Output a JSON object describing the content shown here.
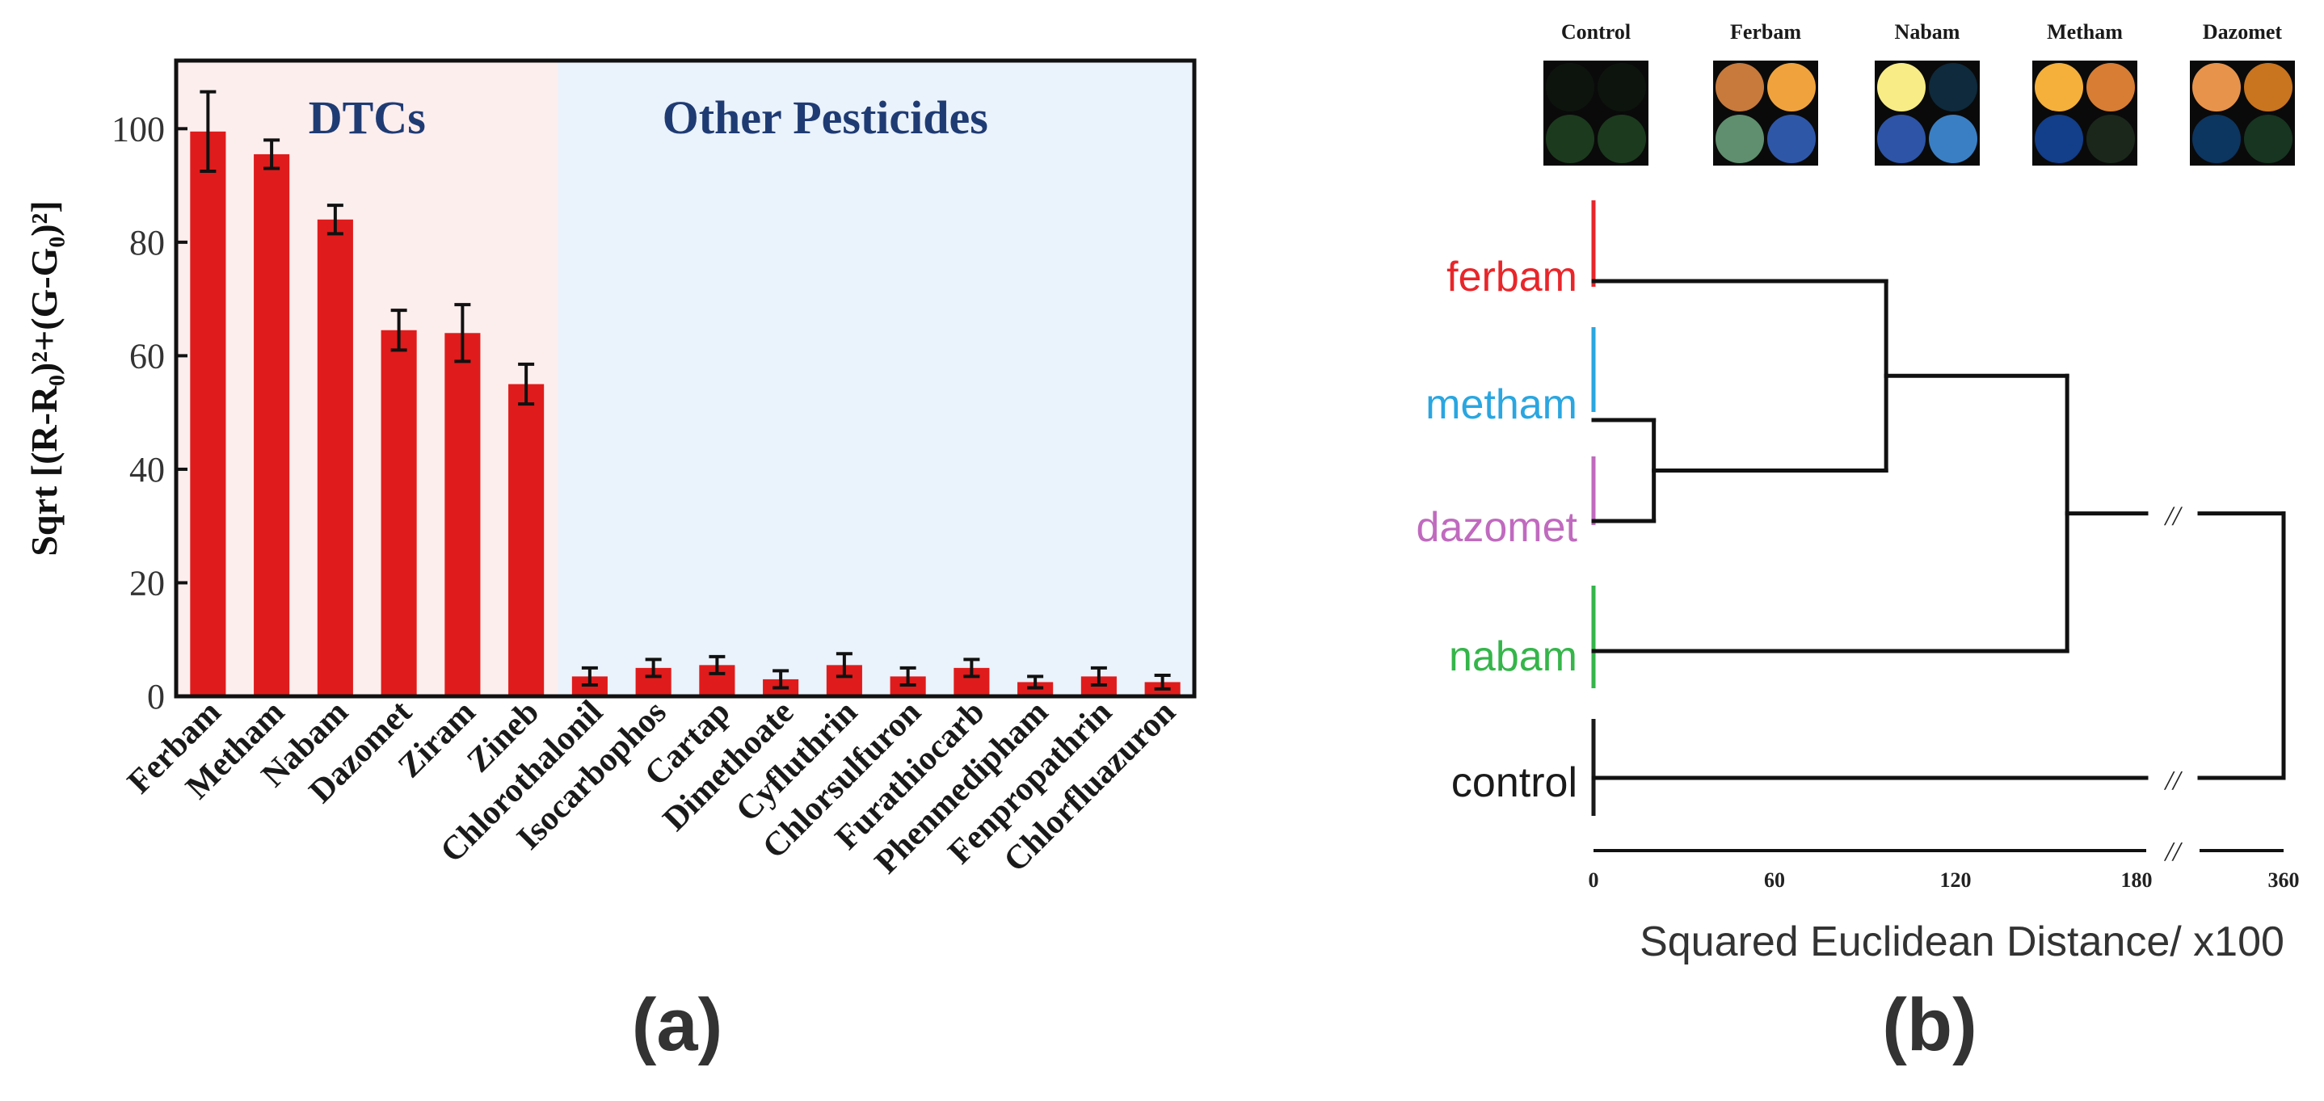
{
  "chart_data": [
    {
      "panel": "(a)",
      "type": "bar",
      "title": "",
      "xlabel": "",
      "ylabel": "Sqrt [(R-R₀)²+(G-G₀)²]",
      "ylim": [
        0,
        112
      ],
      "yticks": [
        0,
        20,
        40,
        60,
        80,
        100
      ],
      "grid": false,
      "regions": [
        {
          "label": "DTCs",
          "from": 0,
          "to": 5,
          "color": "#fdeeee"
        },
        {
          "label": "Other Pesticides",
          "from": 6,
          "to": 15,
          "color": "#eaf2fb"
        }
      ],
      "bar_color": "#e01b1b",
      "categories": [
        "Ferbam",
        "Metham",
        "Nabam",
        "Dazomet",
        "Ziram",
        "Zineb",
        "Chlorothalonil",
        "Isocarbophos",
        "Cartap",
        "Dimethoate",
        "Cyfluthrin",
        "Chlorsulfuron",
        "Furathiocarb",
        "Phenmedipham",
        "Fenpropathrin",
        "Chlorfluazuron"
      ],
      "values": [
        99.5,
        95.5,
        84,
        64.5,
        64,
        55,
        3.5,
        5,
        5.5,
        3,
        5.5,
        3.5,
        5,
        2.5,
        3.5,
        2.5
      ],
      "errors": [
        7,
        2.5,
        2.5,
        3.5,
        5,
        3.5,
        1.5,
        1.5,
        1.5,
        1.5,
        2,
        1.5,
        1.5,
        1,
        1.5,
        1.2
      ]
    },
    {
      "panel": "(b)",
      "type": "dendrogram",
      "xlabel": "Squared Euclidean Distance/ x100",
      "xticks": [
        "0",
        "60",
        "120",
        "180",
        "360"
      ],
      "axis_break_mark": "//",
      "leaves": [
        {
          "label": "ferbam",
          "color": "#e8262a"
        },
        {
          "label": "metham",
          "color": "#2aa6e0"
        },
        {
          "label": "dazomet",
          "color": "#c06abf"
        },
        {
          "label": "nabam",
          "color": "#35b54a"
        },
        {
          "label": "control",
          "color": "#1a1a1a"
        }
      ],
      "merges": [
        {
          "members": [
            "metham",
            "dazomet"
          ],
          "distance": 20
        },
        {
          "members": [
            "ferbam",
            "metham",
            "dazomet"
          ],
          "distance": 97
        },
        {
          "members": [
            "ferbam",
            "metham",
            "dazomet",
            "nabam"
          ],
          "distance": 157
        },
        {
          "members": [
            "ferbam",
            "metham",
            "dazomet",
            "nabam",
            "control"
          ],
          "distance": 360
        }
      ]
    }
  ],
  "color_arrays": {
    "labels": [
      "Control",
      "Ferbam",
      "Nabam",
      "Metham",
      "Dazomet"
    ],
    "spot_colors": [
      [
        "#0d140d",
        "#0d140d",
        "#1c3a1e",
        "#1c3a1e"
      ],
      [
        "#c77a3c",
        "#f0a33d",
        "#5f8f6e",
        "#2f57a8"
      ],
      [
        "#f7ec86",
        "#0e2a3c",
        "#2d54a6",
        "#3a7fc4"
      ],
      [
        "#f4b03a",
        "#d77d34",
        "#123e8a",
        "#1b271b"
      ],
      [
        "#e7934c",
        "#c9741f",
        "#0c3560",
        "#173521"
      ]
    ]
  },
  "panel_labels": {
    "a": "(a)",
    "b": "(b)"
  }
}
